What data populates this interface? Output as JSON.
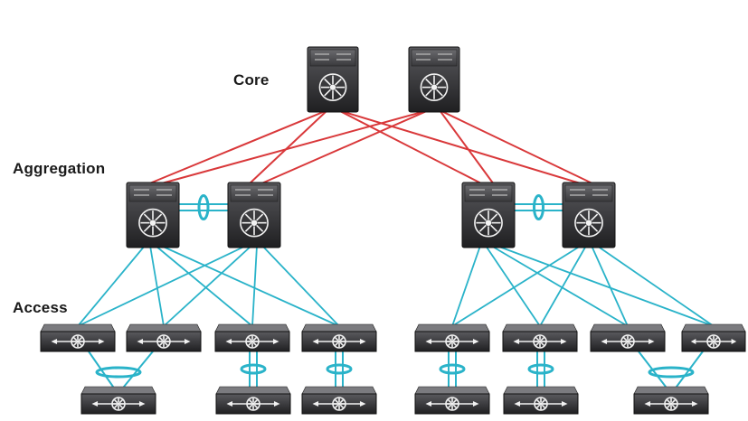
{
  "labels": {
    "core": "Core",
    "aggregation": "Aggregation",
    "access": "Access"
  },
  "colors": {
    "background": "#ffffff",
    "core_link": "#d9383a",
    "access_link": "#2ab3c9",
    "device_body": "#2f2f31",
    "device_face": "#4a4a4d",
    "device_symbol": "#f2f2f2"
  },
  "icons": {
    "core_switch": "multilayer-switch-icon",
    "aggregation_switch": "multilayer-switch-icon",
    "access_switch": "layer2-switch-icon",
    "bundle": "port-channel-ellipse-icon"
  }
}
